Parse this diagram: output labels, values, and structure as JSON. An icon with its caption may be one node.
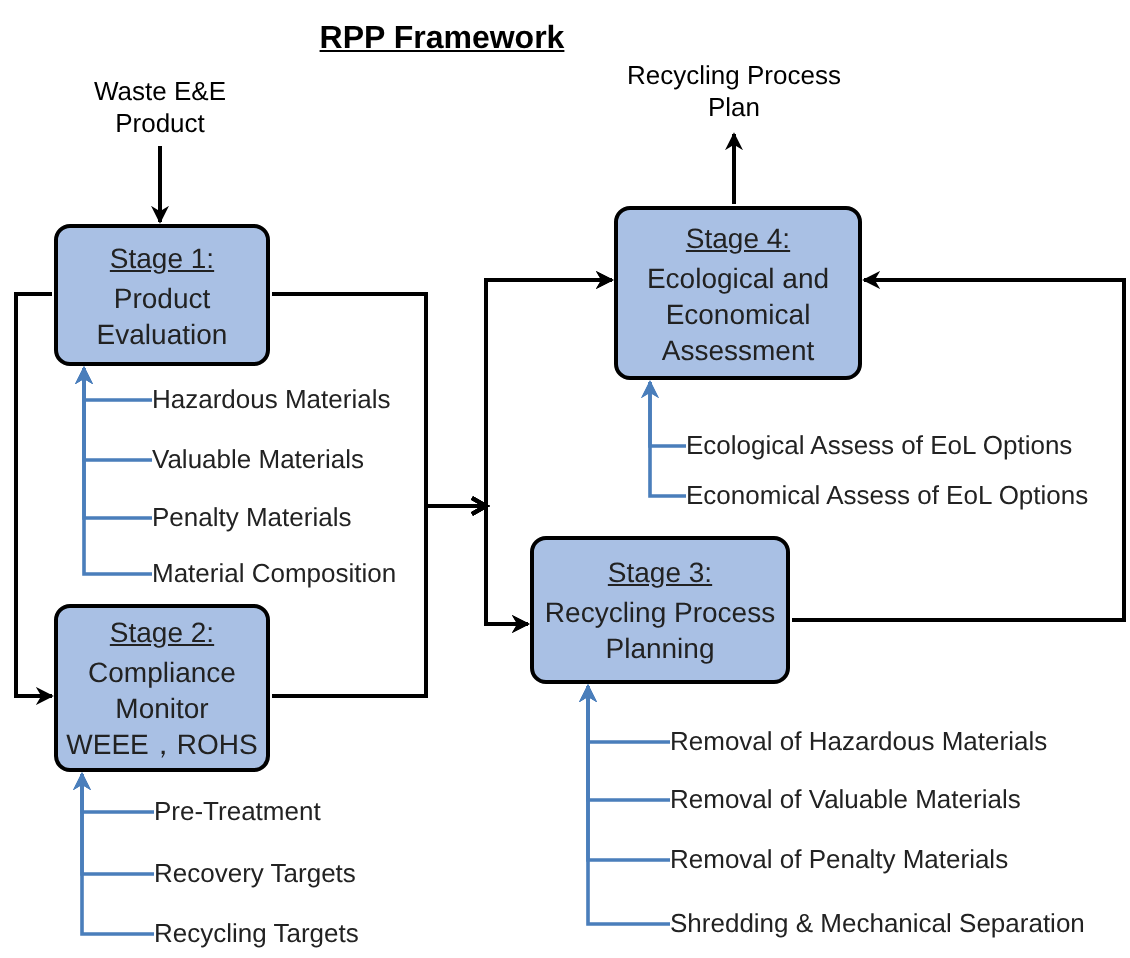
{
  "diagram": {
    "title": "RPP Framework",
    "nodes": [
      {
        "text": [
          "Waste E&E Product"
        ]
      },
      {
        "text": [
          "Stage 1:",
          "Product Evaluation"
        ]
      },
      {
        "text": [
          "Stage 2:",
          "Compliance Monitor WEEE，ROHS"
        ]
      },
      {
        "text": [
          "Stage 4:",
          "Ecological and Economical Assessment"
        ]
      },
      {
        "text": [
          "Stage 3:",
          "Recycling Process Planning"
        ]
      },
      {
        "text": [
          "Recycling Process Plan"
        ]
      },
      {
        "text": [
          "Hazardous Materials"
        ]
      },
      {
        "text": [
          "Valuable Materials"
        ]
      },
      {
        "text": [
          "Penalty Materials"
        ]
      },
      {
        "text": [
          "Material Composition"
        ]
      },
      {
        "text": [
          "Pre-Treatment"
        ]
      },
      {
        "text": [
          "Recovery Targets"
        ]
      },
      {
        "text": [
          "Recycling Targets"
        ]
      },
      {
        "text": [
          "Ecological Assess of EoL Options"
        ]
      },
      {
        "text": [
          "Economical Assess of EoL Options"
        ]
      },
      {
        "text": [
          "Removal of Hazardous Materials"
        ]
      },
      {
        "text": [
          "Removal of Valuable Materials"
        ]
      },
      {
        "text": [
          "Removal of Penalty Materials"
        ]
      },
      {
        "text": [
          "Shredding & Mechanical Separation"
        ]
      }
    ],
    "edges": [
      {
        "from": 0,
        "to": 1,
        "arrow": "to",
        "color": "#000000"
      },
      {
        "from": 1,
        "to": 2,
        "arrow": "to",
        "color": "#000000"
      },
      {
        "from": 1,
        "to": 3,
        "arrow": "to",
        "color": "#000000"
      },
      {
        "from": 1,
        "to": 4,
        "arrow": "to",
        "color": "#000000"
      },
      {
        "from": 2,
        "to": 3,
        "arrow": "to",
        "color": "#000000"
      },
      {
        "from": 2,
        "to": 4,
        "arrow": "to",
        "color": "#000000"
      },
      {
        "from": 4,
        "to": 3,
        "arrow": "to",
        "color": "#000000"
      },
      {
        "from": 3,
        "to": 5,
        "arrow": "to",
        "color": "#000000"
      },
      {
        "from": 6,
        "to": 1,
        "arrow": "to"
      },
      {
        "from": 7,
        "to": 1,
        "arrow": "to"
      },
      {
        "from": 8,
        "to": 1,
        "arrow": "to"
      },
      {
        "from": 9,
        "to": 1,
        "arrow": "to"
      },
      {
        "from": 10,
        "to": 2,
        "arrow": "to"
      },
      {
        "from": 11,
        "to": 2,
        "arrow": "to"
      },
      {
        "from": 12,
        "to": 2,
        "arrow": "to"
      },
      {
        "from": 13,
        "to": 3,
        "arrow": "to"
      },
      {
        "from": 14,
        "to": 3,
        "arrow": "to"
      },
      {
        "from": 15,
        "to": 4,
        "arrow": "to"
      },
      {
        "from": 16,
        "to": 4,
        "arrow": "to"
      },
      {
        "from": 17,
        "to": 4,
        "arrow": "to"
      },
      {
        "from": 18,
        "to": 4,
        "arrow": "to"
      }
    ]
  }
}
